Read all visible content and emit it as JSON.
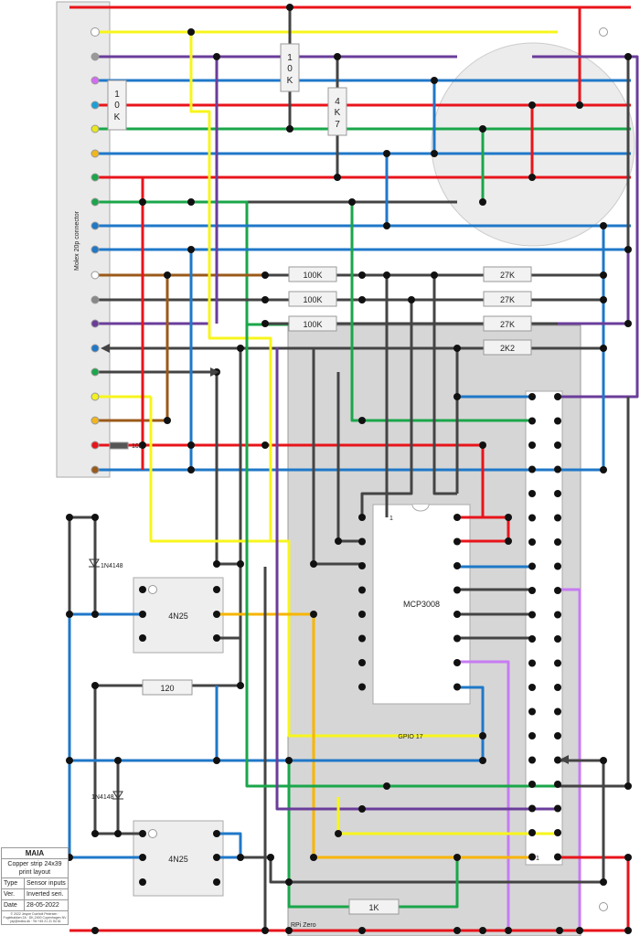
{
  "board": {
    "connector_label": "Molex 20p connector",
    "rpi_label": "RPi Zero",
    "gpio_label": "GPIO 17"
  },
  "components": {
    "r_10k_a": [
      "1",
      "0",
      "K"
    ],
    "r_10k_b": [
      "1",
      "0",
      "K"
    ],
    "r_4k7": [
      "4",
      "K",
      "7"
    ],
    "r_100k_1": "100K",
    "r_100k_2": "100K",
    "r_100k_3": "100K",
    "r_27k_1": "27K",
    "r_27k_2": "27K",
    "r_27k_3": "27K",
    "r_2k2": "2K2",
    "r_10k_small": "10k",
    "r_120": "120",
    "r_1k": "1K",
    "diode_1": "1N4148",
    "diode_2": "1N4148",
    "optocoupler_1": "4N25",
    "optocoupler_2": "4N25",
    "ic": "MCP3008",
    "ic_pin1": "1",
    "header_pin1": "1"
  },
  "title_block": {
    "title": "MAIA",
    "subtitle": "Copper strip 24x39 print layout",
    "type_key": "Type",
    "type_value": "Sensor inputs",
    "ver_key": "Ver.",
    "ver_value": "Inverted seri.",
    "date_key": "Date",
    "date_value": "28-05-2022",
    "footer": "© 2022 Jesper Dueholt Petersen · Fuglebakken 2A · DK-2400 Copenhagen NV · jdp@eolba.dk · Tel +45 21 21 54 61"
  },
  "colors": {
    "red": "#e8141b",
    "yellow": "#f7f51c",
    "purple": "#6a3d9a",
    "blue": "#1f78c8",
    "green": "#1aa64a",
    "brown": "#9b5a1a",
    "gray": "#444444",
    "orange": "#f7b500",
    "violet": "#c77cf2"
  }
}
